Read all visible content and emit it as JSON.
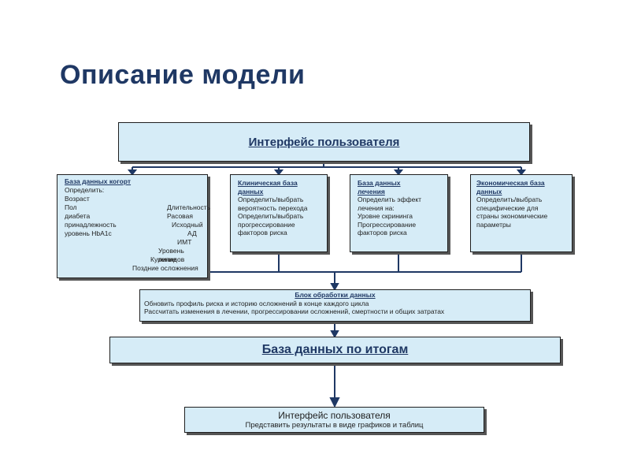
{
  "title": "Описание модели",
  "top_interface": {
    "label": "Интерфейс пользователя"
  },
  "cohort_db": {
    "title": "База данных когорт",
    "lines": [
      "Определить:",
      "Возраст",
      "Пол",
      "Длительность",
      "диабета",
      "Расовая",
      "принадлежность",
      "Исходный",
      "уровень HbA1c",
      "АД",
      "ИМТ",
      "Уровень липидов",
      "Курение",
      "Поздние осложнения"
    ]
  },
  "clinical_db": {
    "title": "Клиническая база данных",
    "lines": [
      "Определить/выбрать",
      "вероятность перехода",
      "Определить/выбрать",
      "прогрессирование",
      "факторов риска"
    ]
  },
  "treatment_db": {
    "title": "База данных лечения",
    "lines": [
      "Определить эффект",
      "лечения на:",
      "Уровне скрининга",
      "Прогрессирование",
      "факторов риска"
    ]
  },
  "economic_db": {
    "title": "Экономическая база данных",
    "lines": [
      "Определить/выбрать",
      "специфические для",
      "страны экономические",
      "параметры"
    ]
  },
  "processing": {
    "title": "Блок обработки данных",
    "line1": "Обновить профиль риска и историю осложнений в конце каждого цикла",
    "line2": "Рассчитать изменения в лечении, прогрессировании осложнений, смертности и общих затратах"
  },
  "results_db": {
    "label": "База данных по итогам"
  },
  "bottom_interface": {
    "title": "Интерфейс пользователя",
    "subtitle": "Представить результаты в виде графиков и таблиц"
  },
  "colors": {
    "title": "#1f3864",
    "box_fill": "#d6ecf7",
    "connector": "#1f3864"
  }
}
